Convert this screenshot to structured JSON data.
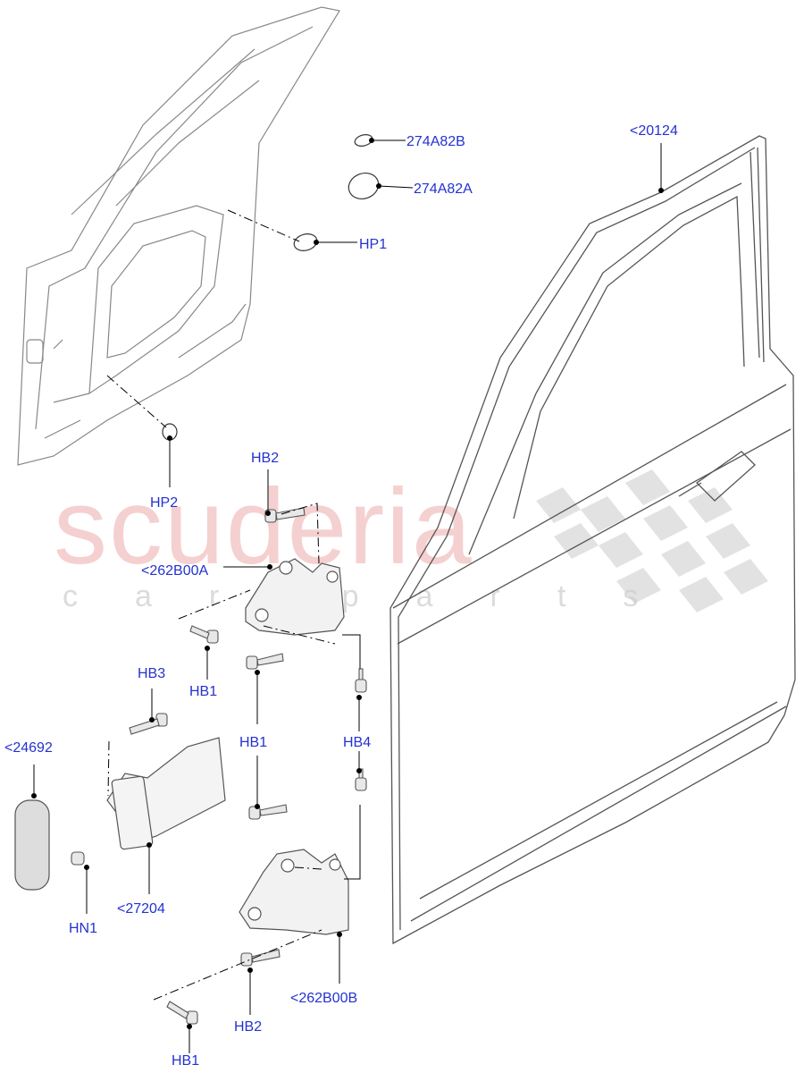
{
  "watermark": {
    "brand": "scuderia",
    "sub": "car parts"
  },
  "colors": {
    "callout": "#2432d0",
    "lines": "#000000",
    "parts": "#555555",
    "watermark": "#e89696"
  },
  "callouts": {
    "c274A82B": "274A82B",
    "c274A82A": "274A82A",
    "c20124": "<20124",
    "cHP1": "HP1",
    "cHP2": "HP2",
    "cHB2_top": "HB2",
    "c262B00A": "<262B00A",
    "cHB1_a": "HB1",
    "cHB3": "HB3",
    "cHB1_b": "HB1",
    "cHB4": "HB4",
    "c24692": "<24692",
    "c27204": "<27204",
    "cHN1": "HN1",
    "c262B00B": "<262B00B",
    "cHB2_bottom": "HB2",
    "cHB1_c": "HB1"
  }
}
